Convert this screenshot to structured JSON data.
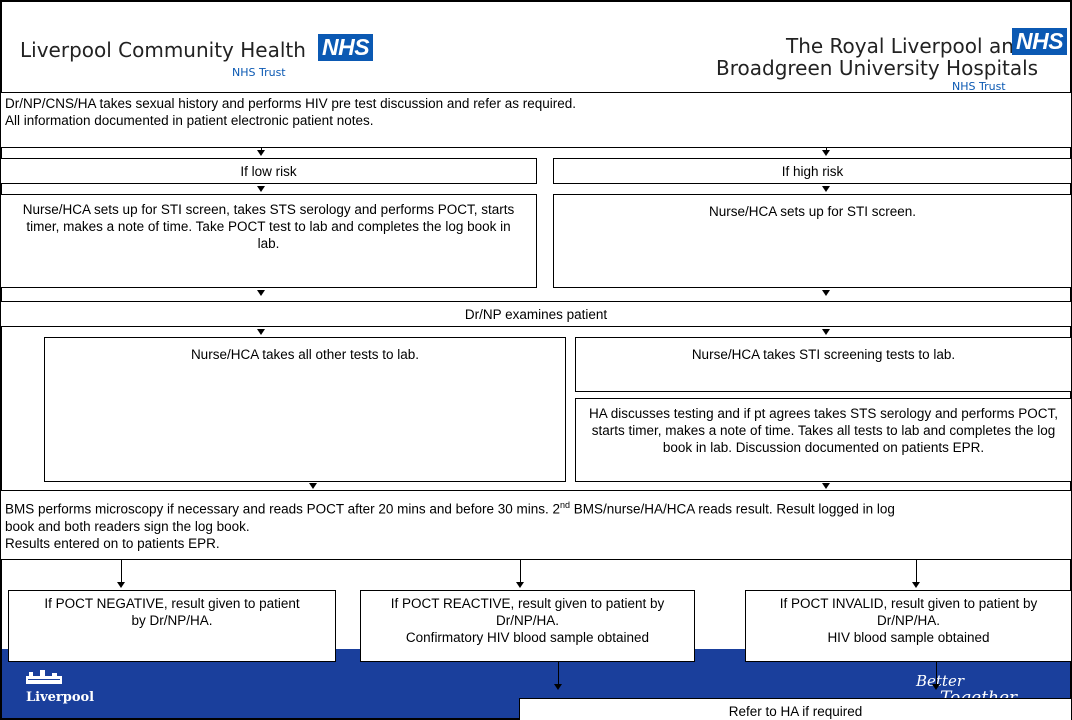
{
  "header": {
    "left_org": "Liverpool Community Health",
    "left_nhs": "NHS",
    "left_trust": "NHS Trust",
    "right_org_line1": "The Royal Liverpool and",
    "right_org_line2": "Broadgreen University Hospitals",
    "right_nhs": "NHS",
    "right_trust": "NHS Trust"
  },
  "boxes": {
    "history_line1": "Dr/NP/CNS/HA takes sexual history and performs HIV pre test discussion and refer as required.",
    "history_line2": "All information documented in patient electronic patient notes.",
    "low_risk": "If low risk",
    "high_risk": "If high risk",
    "low_risk_action": "Nurse/HCA sets up for STI screen, takes STS serology and performs POCT, starts timer, makes a note of time. Take POCT test to lab and completes the log book in lab.",
    "high_risk_action": "Nurse/HCA sets up for STI screen.",
    "examines": "Dr/NP examines patient",
    "other_tests": "Nurse/HCA takes all other tests to lab.",
    "sti_tests": "Nurse/HCA takes STI screening tests to lab.",
    "ha_discusses": "HA discusses testing and if pt agrees takes STS serology and performs POCT, starts timer, makes a note of time. Takes all tests to lab and completes the log book in lab. Discussion documented on patients EPR.",
    "bms_line1_a": "BMS performs microscopy if necessary and reads POCT after 20 mins and before 30 mins. 2",
    "bms_line1_sup": "nd",
    "bms_line1_b": " BMS/nurse/HA/HCA reads result. Result logged in log",
    "bms_line2": "book and both readers sign the log book.",
    "bms_line3": "Results entered on to patients EPR.",
    "negative": "If POCT NEGATIVE, result given to patient by Dr/NP/HA.",
    "reactive_line1": "If POCT REACTIVE, result given to patient by Dr/NP/HA.",
    "reactive_line2": "Confirmatory HIV blood sample obtained",
    "invalid_line1": "If POCT INVALID, result given to patient by Dr/NP/HA.",
    "invalid_line2": "HIV blood sample obtained",
    "refer": "Refer to HA if required"
  },
  "footer": {
    "left_logo": "Liverpool",
    "right_logo_line1": "Better",
    "right_logo_line2": "Together"
  },
  "colors": {
    "nhs_blue": "#0b59b3",
    "band_blue": "#1a3f9c"
  }
}
